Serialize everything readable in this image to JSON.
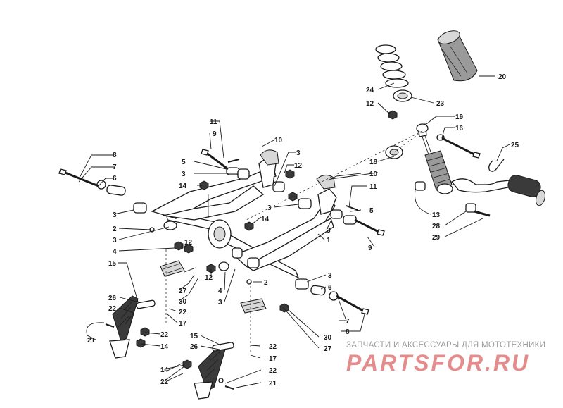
{
  "watermark": {
    "caption": "ЗАПЧАСТИ И АКСЕССУАРЫ ДЛЯ МОТОТЕХНИКИ",
    "logo": "PARTSFOR.RU",
    "logo_color": "#e48b8b"
  },
  "labels": [
    {
      "id": "l1",
      "text": "8"
    },
    {
      "id": "l2",
      "text": "7"
    },
    {
      "id": "l3",
      "text": "6"
    },
    {
      "id": "l4",
      "text": "3"
    },
    {
      "id": "l5",
      "text": "2"
    },
    {
      "id": "l6",
      "text": "3"
    },
    {
      "id": "l7",
      "text": "4"
    },
    {
      "id": "l8",
      "text": "15"
    },
    {
      "id": "l9",
      "text": "26"
    },
    {
      "id": "l10",
      "text": "22"
    },
    {
      "id": "l11",
      "text": "21"
    },
    {
      "id": "l12",
      "text": "22"
    },
    {
      "id": "l13",
      "text": "14"
    },
    {
      "id": "l14",
      "text": "14"
    },
    {
      "id": "l15",
      "text": "22"
    },
    {
      "id": "l16",
      "text": "11"
    },
    {
      "id": "l17",
      "text": "9"
    },
    {
      "id": "l18",
      "text": "5"
    },
    {
      "id": "l19",
      "text": "3"
    },
    {
      "id": "l20",
      "text": "14"
    },
    {
      "id": "l21",
      "text": "10"
    },
    {
      "id": "l22",
      "text": "3"
    },
    {
      "id": "l23",
      "text": "12"
    },
    {
      "id": "l24",
      "text": "12"
    },
    {
      "id": "l25",
      "text": "27"
    },
    {
      "id": "l26",
      "text": "30"
    },
    {
      "id": "l27",
      "text": "22"
    },
    {
      "id": "l28",
      "text": "17"
    },
    {
      "id": "l29",
      "text": "12"
    },
    {
      "id": "l30",
      "text": "4"
    },
    {
      "id": "l31",
      "text": "3"
    },
    {
      "id": "l32",
      "text": "15"
    },
    {
      "id": "l33",
      "text": "26"
    },
    {
      "id": "l34",
      "text": "22"
    },
    {
      "id": "l35",
      "text": "17"
    },
    {
      "id": "l36",
      "text": "22"
    },
    {
      "id": "l37",
      "text": "21"
    },
    {
      "id": "l38",
      "text": "30"
    },
    {
      "id": "l39",
      "text": "27"
    },
    {
      "id": "l40",
      "text": "14"
    },
    {
      "id": "l41",
      "text": "3"
    },
    {
      "id": "l42",
      "text": "10"
    },
    {
      "id": "l43",
      "text": "11"
    },
    {
      "id": "l44",
      "text": "5"
    },
    {
      "id": "l45",
      "text": "3"
    },
    {
      "id": "l46",
      "text": "1"
    },
    {
      "id": "l47",
      "text": "9"
    },
    {
      "id": "l48",
      "text": "2"
    },
    {
      "id": "l49",
      "text": "3"
    },
    {
      "id": "l50",
      "text": "6"
    },
    {
      "id": "l51",
      "text": "7"
    },
    {
      "id": "l52",
      "text": "8"
    },
    {
      "id": "l53",
      "text": "20"
    },
    {
      "id": "l54",
      "text": "24"
    },
    {
      "id": "l55",
      "text": "12"
    },
    {
      "id": "l56",
      "text": "23"
    },
    {
      "id": "l57",
      "text": "19"
    },
    {
      "id": "l58",
      "text": "16"
    },
    {
      "id": "l59",
      "text": "25"
    },
    {
      "id": "l60",
      "text": "18"
    },
    {
      "id": "l61",
      "text": "13"
    },
    {
      "id": "l62",
      "text": "28"
    },
    {
      "id": "l63",
      "text": "29"
    }
  ]
}
